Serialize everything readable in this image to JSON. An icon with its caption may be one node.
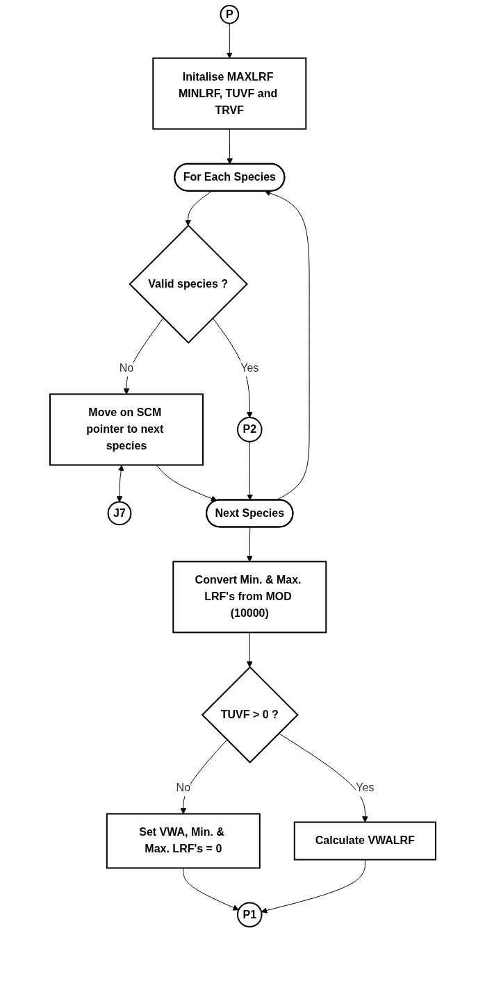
{
  "diagram": {
    "nodes": [
      {
        "text": [
          "P"
        ]
      },
      {
        "text": [
          "Initalise MAXLRF MINLRF, TUVF and TRVF"
        ]
      },
      {
        "text": [
          "For Each Species"
        ]
      },
      {
        "text": [
          "Valid species ?"
        ]
      },
      {
        "text": [
          "Move on SCM pointer to next species"
        ]
      },
      {
        "text": [
          "J7"
        ]
      },
      {
        "text": [
          "P2"
        ]
      },
      {
        "text": [
          "Next Species"
        ]
      },
      {
        "text": [
          "Convert Min. & Max. LRF's from MOD (10000)"
        ]
      },
      {
        "text": [
          "TUVF > 0 ?"
        ]
      },
      {
        "text": [
          "Calculate VWALRF"
        ]
      },
      {
        "text": [
          "Set VWA, Min. & Max. LRF's = 0"
        ]
      },
      {
        "text": [
          "P1"
        ]
      }
    ],
    "edges": [
      {
        "from": 0,
        "to": 1,
        "arrow": "to"
      },
      {
        "from": 1,
        "to": 2,
        "arrow": "to"
      },
      {
        "from": 2,
        "to": 3,
        "arrow": "to"
      },
      {
        "from": 3,
        "to": 4,
        "arrow": "to",
        "label": "No"
      },
      {
        "from": 3,
        "to": 6,
        "arrow": "to",
        "label": "Yes"
      },
      {
        "from": 4,
        "to": 5,
        "arrow": "both"
      },
      {
        "from": 4,
        "to": 7,
        "arrow": "to"
      },
      {
        "from": 6,
        "to": 7,
        "arrow": "to"
      },
      {
        "from": 7,
        "to": 2,
        "arrow": "to"
      },
      {
        "from": 7,
        "to": 8,
        "arrow": "to"
      },
      {
        "from": 8,
        "to": 9,
        "arrow": "to"
      },
      {
        "from": 9,
        "to": 10,
        "arrow": "to",
        "label": "Yes"
      },
      {
        "from": 9,
        "to": 11,
        "arrow": "to",
        "label": "No"
      },
      {
        "from": 11,
        "to": 12,
        "arrow": "to"
      },
      {
        "from": 10,
        "to": 12,
        "arrow": "to"
      }
    ]
  }
}
